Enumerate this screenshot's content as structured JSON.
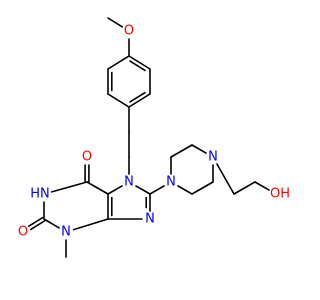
{
  "molecule": {
    "colors": {
      "bond": "#000000",
      "nitrogen": "#0000ff",
      "oxygen": "#ff0000",
      "background": "#ffffff"
    },
    "labels": {
      "methoxy_O": "O",
      "n7": "N",
      "n9": "N",
      "n1": "HN",
      "n3": "N",
      "c6_O": "O",
      "c2_O": "O",
      "pip_n1": "N",
      "pip_n4": "N",
      "hydroxyl": "OH"
    }
  }
}
